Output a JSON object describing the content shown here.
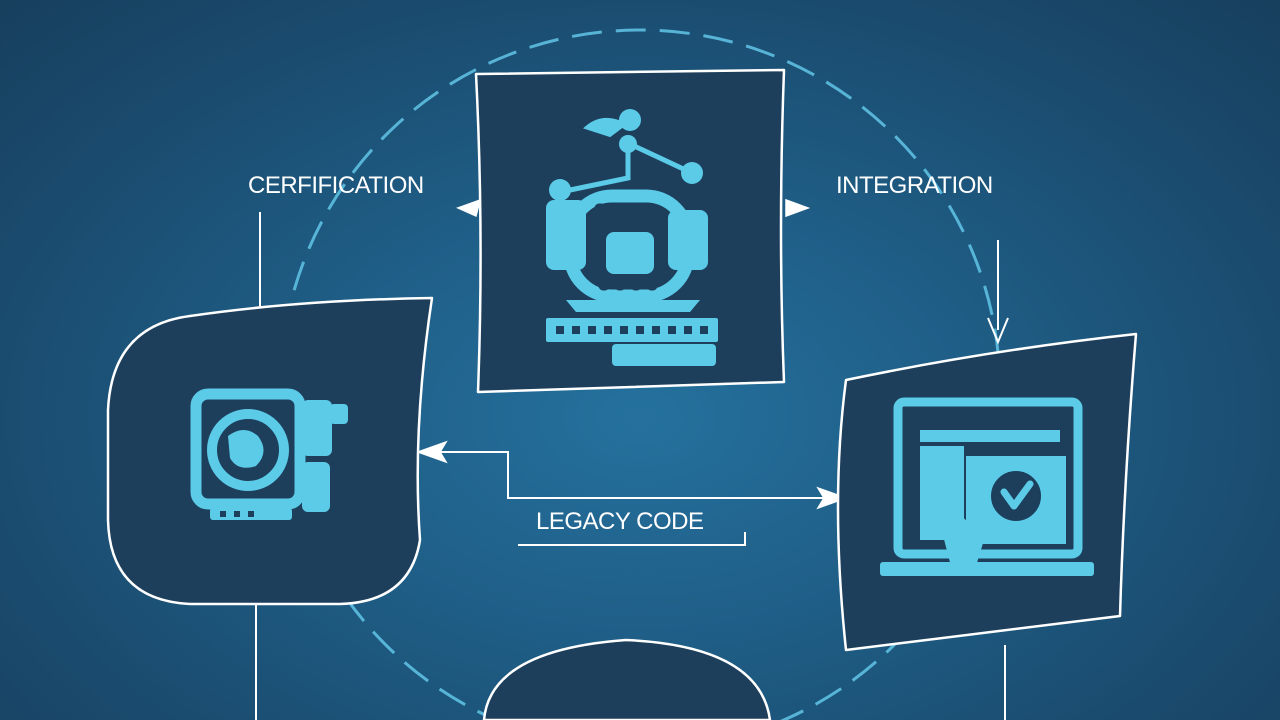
{
  "labels": {
    "certification": "CERFIFICATION",
    "integration": "INTEGRATION",
    "legacy_code": "LEGACY CODE"
  },
  "colors": {
    "background": "#1f5f88",
    "panel": "#1d3f5c",
    "outline": "#ffffff",
    "icon": "#5ccbe8",
    "dashed_circle": "#62c6e8"
  },
  "icons": {
    "top": "machinery-gear-icon",
    "left": "gear-device-icon",
    "right": "monitor-checkmark-icon"
  }
}
